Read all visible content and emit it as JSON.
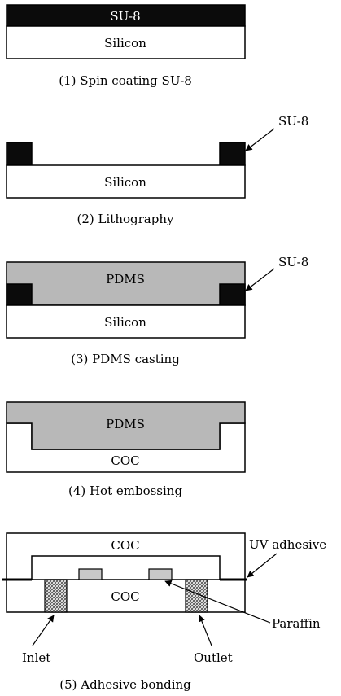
{
  "colors": {
    "su8": "#0b0b0b",
    "silicon": "#ffffff",
    "pdms": "#b8b8b8",
    "coc": "#ffffff",
    "paraffin": "#c9c9c9",
    "hatch": "#7a7a7a",
    "stroke": "#000000"
  },
  "step1": {
    "su8_label": "SU-8",
    "silicon_label": "Silicon",
    "caption": "(1) Spin coating SU-8"
  },
  "step2": {
    "su8_label": "SU-8",
    "silicon_label": "Silicon",
    "caption": "(2) Lithography"
  },
  "step3": {
    "pdms_label": "PDMS",
    "su8_label": "SU-8",
    "silicon_label": "Silicon",
    "caption": "(3) PDMS casting"
  },
  "step4": {
    "pdms_label": "PDMS",
    "coc_label": "COC",
    "caption": "(4) Hot embossing"
  },
  "step5": {
    "top_coc_label": "COC",
    "bottom_coc_label": "COC",
    "uv_adhesive_label": "UV adhesive",
    "paraffin_label": "Paraffin",
    "inlet_label": "Inlet",
    "outlet_label": "Outlet",
    "caption": "(5) Adhesive bonding"
  }
}
